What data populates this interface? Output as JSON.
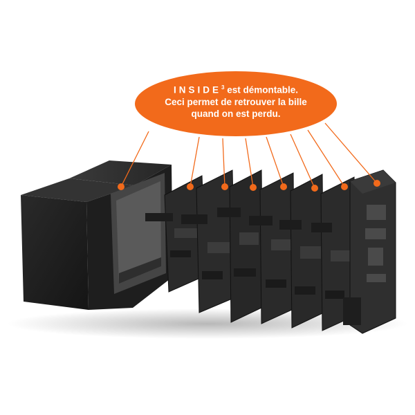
{
  "callout": {
    "product_name": "INSIDE",
    "superscript": "3",
    "line1_rest": " est démontable.",
    "line2": "Ceci permet de retrouver la bille",
    "line3": "quand on est perdu."
  },
  "colors": {
    "callout_fill": "#f26a1b",
    "connector": "#f26a1b",
    "cube_dark": "#1c1c1c",
    "cube_mid": "#2b2b2b",
    "plate": "#262626",
    "plate_edge": "#111111"
  }
}
